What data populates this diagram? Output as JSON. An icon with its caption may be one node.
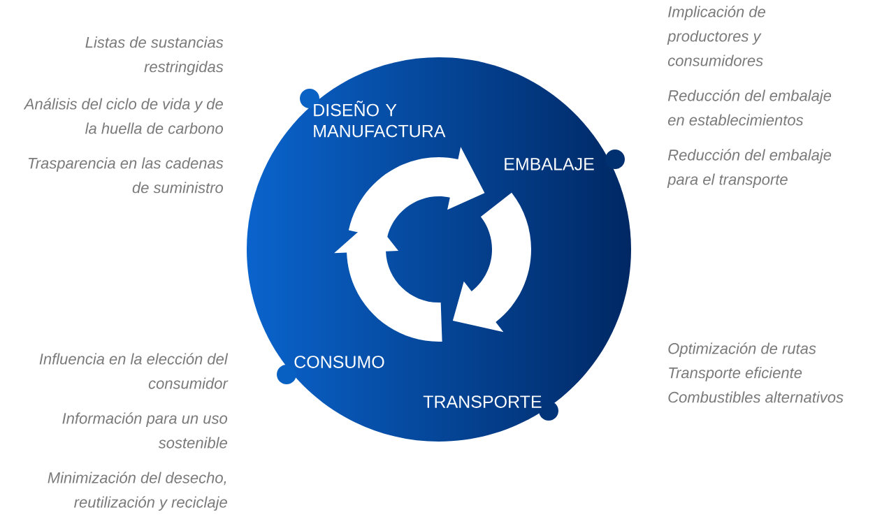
{
  "diagram": {
    "nodes": [
      {
        "text": [
          "DISEÑO Y MANUFACTURA",
          "EMBALAJE",
          "TRANSPORTE",
          "CONSUMO"
        ]
      }
    ],
    "labels": [
      "Listas de sustancias restringidas",
      "Análisis del ciclo de vida y de la huella de carbono",
      "Trasparencia en las cadenas de suministro",
      "Implicación de productores y consumidores",
      "Reducción del embalaje en establecimientos",
      "Reducción del embalaje para el transporte",
      "Influencia en la elección del consumidor",
      "Información para un uso sostenible",
      "Minimización del desecho, reutilización y reciclaje",
      "Optimización de rutas",
      "Transporte eficiente",
      "Combustibles alternativos"
    ]
  }
}
